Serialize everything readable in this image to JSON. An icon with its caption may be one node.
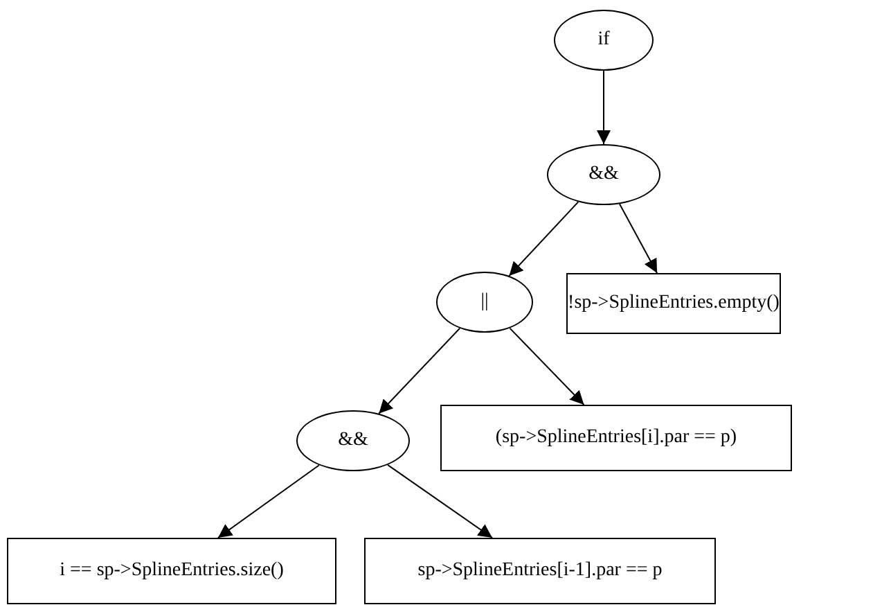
{
  "diagram": {
    "nodes": [
      {
        "text": [
          "if"
        ]
      },
      {
        "text": [
          "&&"
        ]
      },
      {
        "text": [
          "||"
        ]
      },
      {
        "text": [
          "!sp->SplineEntries.empty()"
        ]
      },
      {
        "text": [
          "&&"
        ]
      },
      {
        "text": [
          "(sp->SplineEntries[i].par == p)"
        ]
      },
      {
        "text": [
          "i == sp->SplineEntries.size()"
        ]
      },
      {
        "text": [
          "sp->SplineEntries[i-1].par == p"
        ]
      }
    ],
    "edges": [
      {
        "from": 0,
        "to": 1,
        "arrow": "to"
      },
      {
        "from": 1,
        "to": 2,
        "arrow": "to"
      },
      {
        "from": 1,
        "to": 3,
        "arrow": "to"
      },
      {
        "from": 2,
        "to": 4,
        "arrow": "to"
      },
      {
        "from": 2,
        "to": 5,
        "arrow": "to"
      },
      {
        "from": 4,
        "to": 6,
        "arrow": "to"
      },
      {
        "from": 4,
        "to": 7,
        "arrow": "to"
      }
    ]
  }
}
